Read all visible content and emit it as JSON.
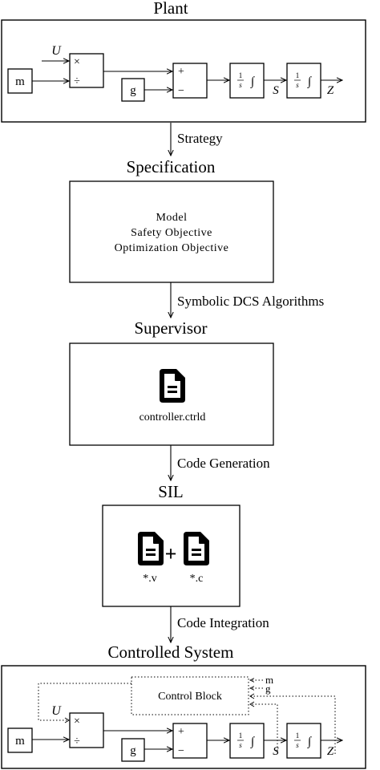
{
  "sections": {
    "plant_title": "Plant",
    "specification_title": "Specification",
    "supervisor_title": "Supervisor",
    "sil_title": "SIL",
    "controlled_title": "Controlled System"
  },
  "arrows": {
    "strategy": "Strategy",
    "symbolic": "Symbolic DCS Algorithms",
    "codegen": "Code Generation",
    "integration": "Code Integration"
  },
  "specification_lines": [
    "Model",
    "Safety Objective",
    "Optimization Objective"
  ],
  "supervisor_file": "controller.ctrld",
  "sil_files": [
    "*.v",
    "*.c"
  ],
  "sil_plus": "+",
  "block": {
    "m": "m",
    "g": "g",
    "U": "U",
    "S": "S",
    "Z": "Z",
    "times": "×",
    "div": "÷",
    "plus": "+",
    "minus": "−",
    "int_num": "1",
    "int_den": "s",
    "int_sym": "∫"
  },
  "control_block": "Control Block",
  "control_inputs": [
    "m",
    "g"
  ]
}
